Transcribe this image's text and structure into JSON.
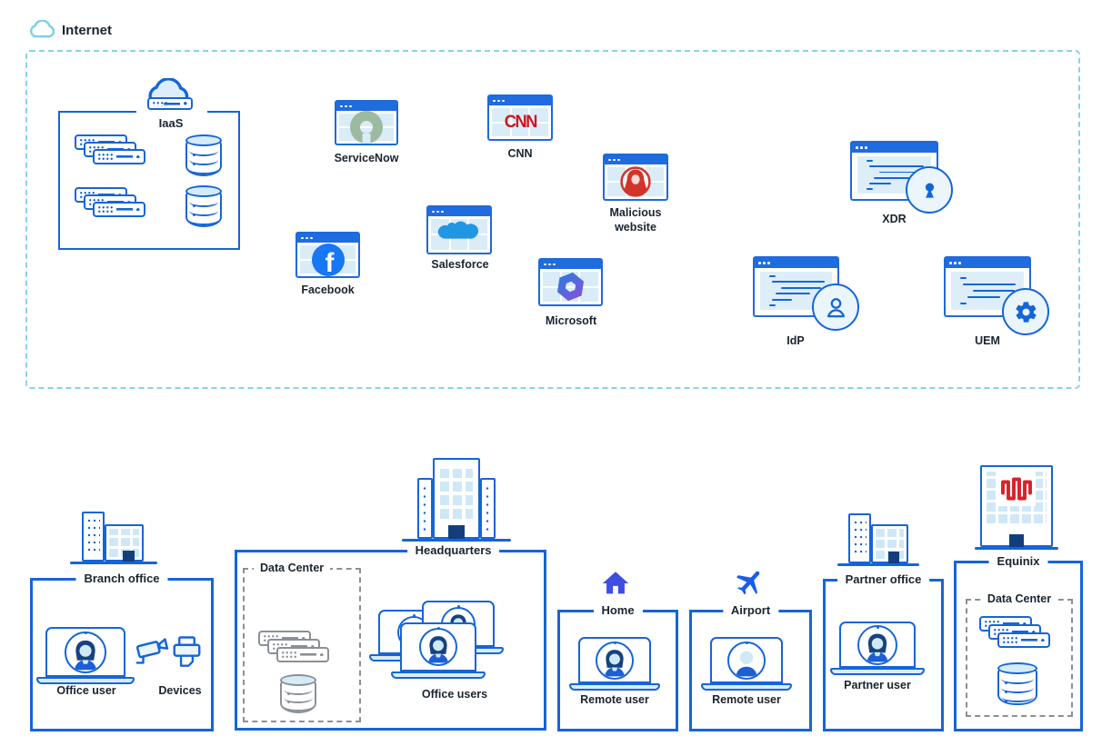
{
  "internet": {
    "label": "Internet",
    "iaas": {
      "label": "IaaS"
    },
    "apps": {
      "servicenow": "ServiceNow",
      "cnn": "CNN",
      "cnn_logo": "CNN",
      "malicious": "Malicious website",
      "facebook": "Facebook",
      "facebook_logo": "f",
      "salesforce": "Salesforce",
      "microsoft": "Microsoft"
    },
    "services": {
      "xdr": "XDR",
      "idp": "IdP",
      "uem": "UEM"
    }
  },
  "sites": {
    "branch": {
      "label": "Branch office",
      "office_user": "Office user",
      "devices": "Devices"
    },
    "headquarters": {
      "label": "Headquarters",
      "data_center": "Data Center",
      "office_users": "Office users"
    },
    "home": {
      "label": "Home",
      "user": "Remote user"
    },
    "airport": {
      "label": "Airport",
      "user": "Remote user"
    },
    "partner": {
      "label": "Partner office",
      "user": "Partner user"
    },
    "equinix": {
      "label": "Equinix",
      "data_center": "Data Center"
    }
  },
  "colors": {
    "primary_blue": "#1565d8",
    "titlebar_blue": "#1f6be0",
    "light_blue_fill": "#d9ecf8",
    "dashed_cyan": "#86d4e8",
    "navy_door": "#123e7e",
    "gray": "#8a9096",
    "cnn_red": "#cb1620",
    "malicious_red": "#d2342c",
    "equinix_red": "#d8222a",
    "servicenow_green": "#9cba9f",
    "facebook_blue": "#1877f2",
    "salesforce_blue": "#2196e3",
    "microsoft_gradient_start": "#2a7de1",
    "microsoft_gradient_end": "#8a4fd8",
    "house_indigo": "#3d4ee0",
    "plane_blue": "#1c5ce8",
    "avatar_navy": "#16427f",
    "avatar_face": "#cfe9f6",
    "avatar_shirt": "#1b5ed6"
  }
}
